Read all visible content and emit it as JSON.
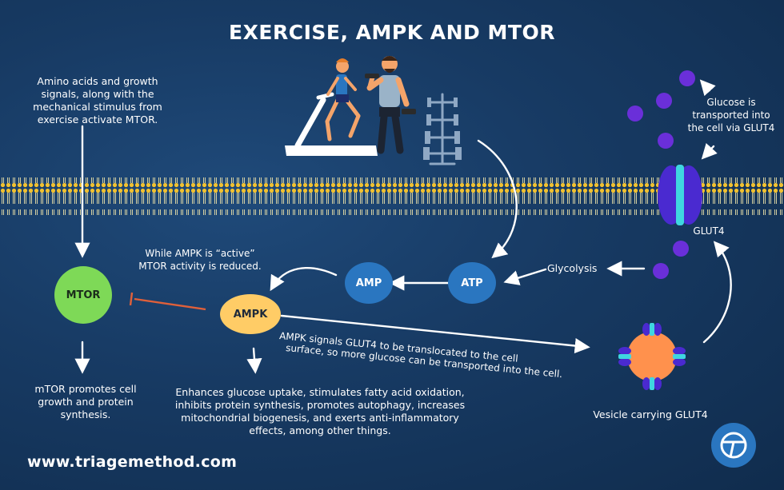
{
  "title": "EXERCISE, AMPK AND MTOR",
  "colors": {
    "background": "#173a63",
    "membrane": "#f2c230",
    "mtor": "#7ed957",
    "ampk": "#ffcc66",
    "amp_atp": "#2a76c0",
    "glucose": "#6a2fd9",
    "glut4": "#4a2ad0",
    "glut4_accent": "#3fd6e0",
    "vesicle": "#ff914d",
    "inhibition": "#e0603a"
  },
  "nodes": {
    "mtor": "MTOR",
    "ampk": "AMPK",
    "amp": "AMP",
    "atp": "ATP"
  },
  "labels": {
    "amino_acids": "Amino acids and growth signals, along with the mechanical stimulus from exercise activate MTOR.",
    "ampk_active": "While AMPK is “active” MTOR activity is reduced.",
    "glycolysis": "Glycolysis",
    "glucose_transport": "Glucose is transported into the cell via GLUT4",
    "glut4": "GLUT4",
    "mtor_effect": "mTOR promotes cell growth and protein synthesis.",
    "ampk_effects": "Enhances glucose uptake, stimulates fatty acid oxidation, inhibits protein synthesis, promotes autophagy, increases mitochondrial biogenesis, and exerts anti-inflammatory effects, among other things.",
    "ampk_glut4_line1": "AMPK signals GLUT4 to be translocated to the cell",
    "ampk_glut4_line2": "surface, so more glucose can be transported into the cell.",
    "vesicle": "Vesicle carrying GLUT4"
  },
  "website": "www.triagemethod.com",
  "icons": [
    "treadmill-runner-icon",
    "dumbbell-man-icon",
    "dumbbell-rack-icon",
    "logo-icon"
  ]
}
